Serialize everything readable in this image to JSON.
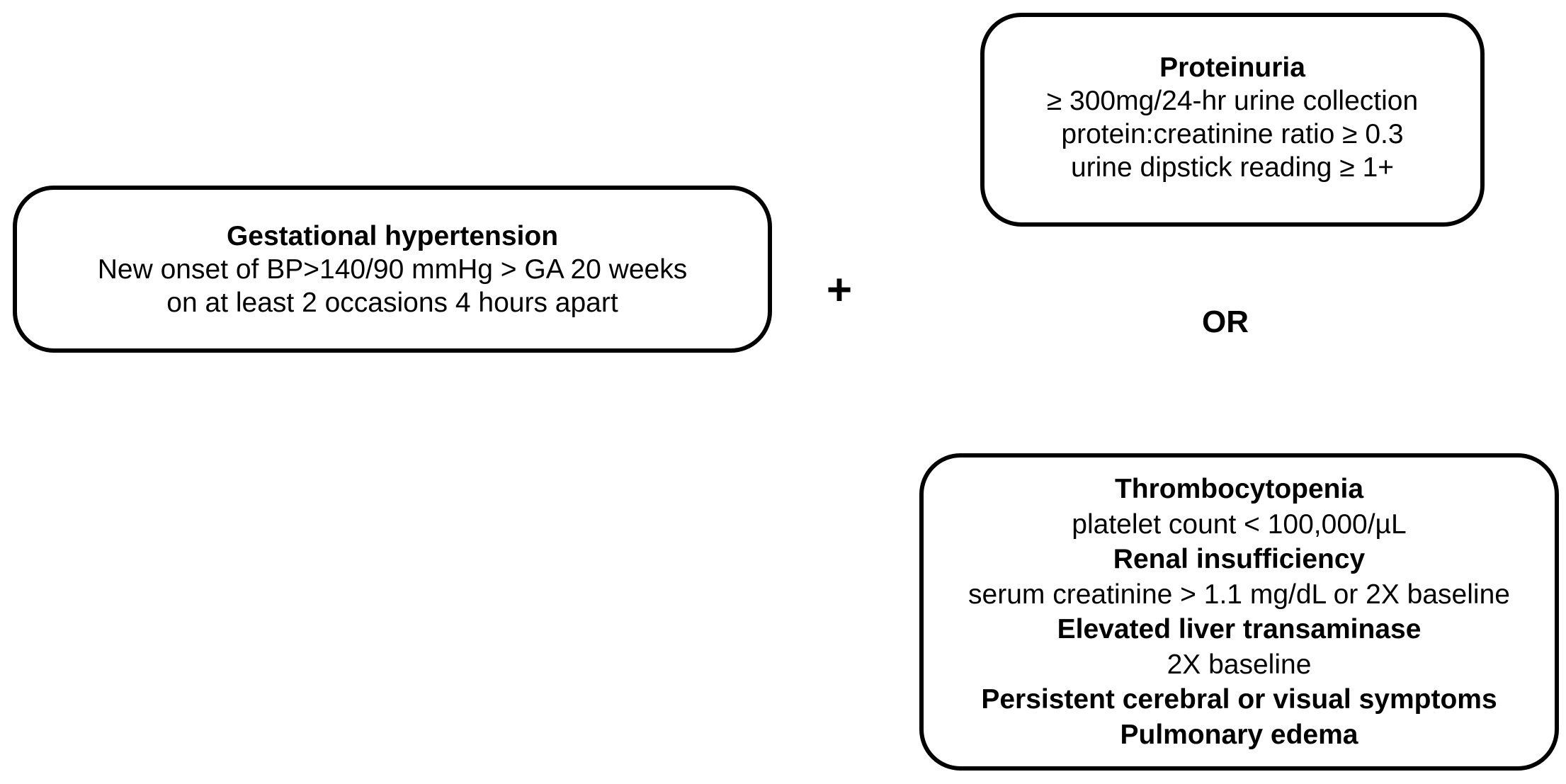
{
  "gestational_box": {
    "title": "Gestational hypertension",
    "line1": "New onset of BP>140/90 mmHg > GA 20 weeks",
    "line2": "on at least 2 occasions 4 hours apart"
  },
  "plus_label": "+",
  "or_label": "OR",
  "proteinuria_box": {
    "title": "Proteinuria",
    "line1": "≥ 300mg/24-hr urine collection",
    "line2": "protein:creatinine ratio ≥ 0.3",
    "line3": "urine dipstick reading ≥ 1+"
  },
  "severe_box": {
    "thrombocytopenia_title": "Thrombocytopenia",
    "thrombocytopenia_detail": "platelet count < 100,000/µL",
    "renal_title": "Renal insufficiency",
    "renal_detail": "serum creatinine > 1.1 mg/dL or 2X baseline",
    "liver_title": "Elevated liver transaminase",
    "liver_detail": "2X baseline",
    "cerebral_title": "Persistent cerebral or visual symptoms",
    "pulmonary_title": "Pulmonary edema"
  }
}
